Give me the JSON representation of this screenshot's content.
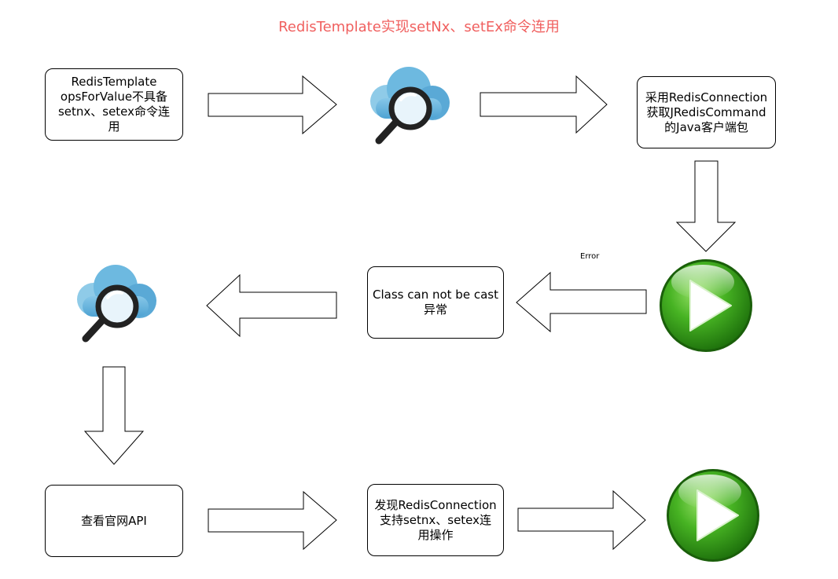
{
  "title": "RedisTemplate实现setNx、setEx命令连用",
  "nodes": {
    "ops_for_value": {
      "lines": [
        "RedisTemplate",
        "opsForValue不具备",
        "setnx、setex命令连",
        "用"
      ]
    },
    "redis_connection": {
      "lines": [
        "采用RedisConnection",
        "获取JRedisCommand",
        "的Java客户端包"
      ]
    },
    "class_cast": {
      "lines": [
        "Class can not be cast",
        "异常"
      ]
    },
    "official_api": {
      "lines": [
        "查看官网API"
      ]
    },
    "found_connection": {
      "lines": [
        "发现RedisConnection",
        "支持setnx、setex连",
        "用操作"
      ]
    }
  },
  "edges": {
    "error_label": "Error"
  },
  "icons": {
    "cloud_search": "cloud-search-icon",
    "play": "play-icon"
  },
  "colors": {
    "title": "#f0605f",
    "cloud_light": "#8fcbe8",
    "cloud_dark": "#5aa9d6",
    "play_green": "#3aa11a"
  }
}
